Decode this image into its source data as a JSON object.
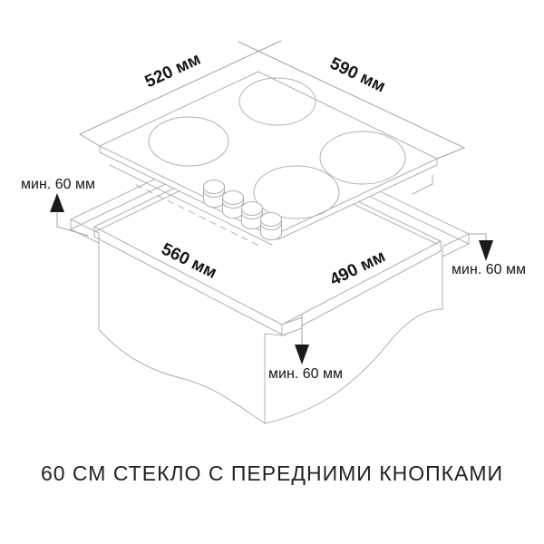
{
  "diagram": {
    "caption": "60 СМ СТЕКЛО С ПЕРЕДНИМИ КНОПКАМИ",
    "hob": {
      "depth_label": "520 мм",
      "width_label": "590 мм",
      "burner_count": 4,
      "knob_count": 4
    },
    "cutout": {
      "width_label": "560 мм",
      "depth_label": "490 мм"
    },
    "clearances": {
      "left": "мин. 60 мм",
      "right": "мин. 60 мм",
      "front": "мин. 60 мм"
    },
    "colors": {
      "line": "#b0b0b0",
      "text": "#1a1a1a",
      "background": "#ffffff"
    }
  }
}
